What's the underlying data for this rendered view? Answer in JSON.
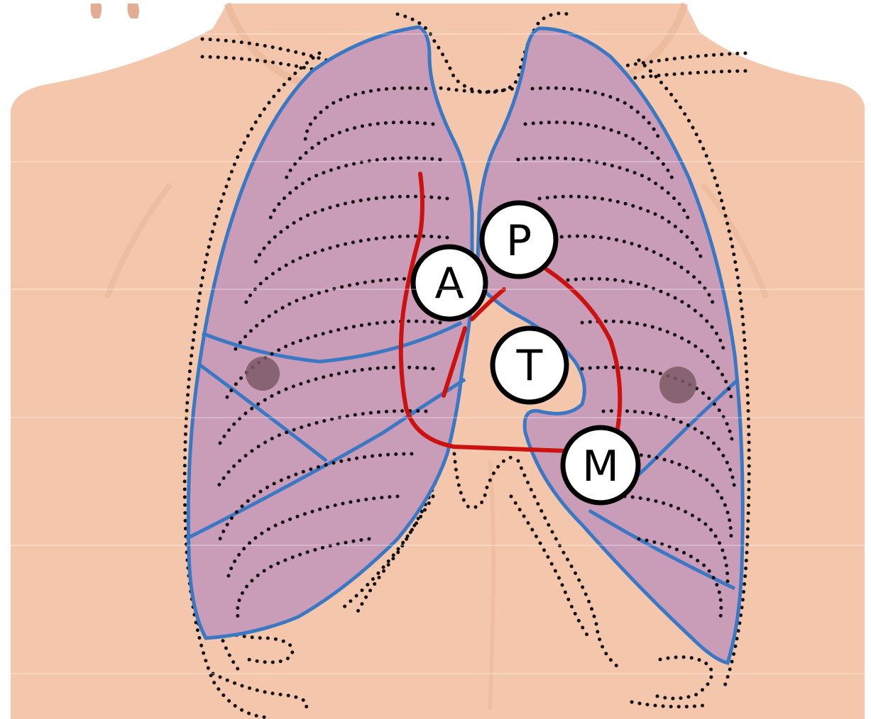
{
  "diagram": {
    "auscultation_points": [
      {
        "id": "aortic",
        "label": "A"
      },
      {
        "id": "pulmonic",
        "label": "P"
      },
      {
        "id": "tricuspid",
        "label": "T"
      },
      {
        "id": "mitral",
        "label": "M"
      }
    ]
  },
  "colors": {
    "background": "#ffffff",
    "skin": "#f4c7ac",
    "skin_shadow": "#e8b294",
    "lung_fill": "#c99cb8",
    "lung_outline": "#3b78c4",
    "heart_outline": "#cc1111",
    "rib_dots": "#111111",
    "nipple": "#7d5a66",
    "marker_fill": "#ffffff",
    "marker_border": "#000000"
  }
}
